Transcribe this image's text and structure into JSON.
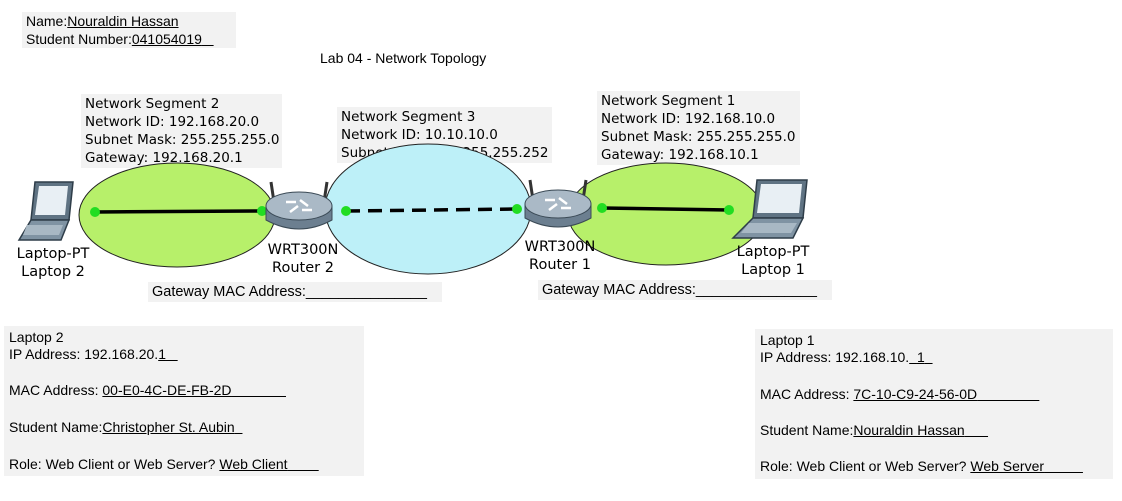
{
  "header": {
    "name_label": "Name:",
    "name_value": "Nouraldin Hassan",
    "student_number_label": "Student Number:",
    "student_number_value": "041054019",
    "title": "Lab 04 - Network Topology"
  },
  "segments": {
    "seg2": [
      "Network Segment 2",
      "Network ID: 192.168.20.0",
      "Subnet Mask: 255.255.255.0",
      "Gateway: 192.168.20.1"
    ],
    "seg3": [
      "Network Segment 3",
      "Network ID: 10.10.10.0",
      "Subnet Mask:255.255.255.252"
    ],
    "seg1": [
      "Network Segment 1",
      "Network ID: 192.168.10.0",
      "Subnet Mask: 255.255.255.0",
      "Gateway: 192.168.10.1"
    ]
  },
  "devices": {
    "laptop2": {
      "model": "Laptop-PT",
      "name": "Laptop 2"
    },
    "router2": {
      "model": "WRT300N",
      "name": "Router 2"
    },
    "router1": {
      "model": "WRT300N",
      "name": "Router 1"
    },
    "laptop1": {
      "model": "Laptop-PT",
      "name": "Laptop 1"
    }
  },
  "gateway_mac": {
    "left": "Gateway MAC Address:_______________",
    "right": "Gateway MAC Address:_______________"
  },
  "laptop2_info": {
    "title": "Laptop 2",
    "ip_label": "IP Address: 192.168.20.",
    "ip_value": "1",
    "mac_label": "MAC Address: ",
    "mac_value": "00-E0-4C-DE-FB-2D",
    "student_label": "Student Name:",
    "student_value": "Christopher St. Aubin",
    "role_label": "Role: Web Client or Web Server? ",
    "role_value": "Web Client"
  },
  "laptop1_info": {
    "title": "Laptop 1",
    "ip_label": "IP Address: 192.168.10.",
    "ip_value": "1",
    "mac_label": "MAC Address: ",
    "mac_value": "7C-10-C9-24-56-0D",
    "student_label": "Student Name:",
    "student_value": "Nouraldin Hassan",
    "role_label": "Role: Web Client or Web Server? ",
    "role_value": "Web Server"
  },
  "colors": {
    "segment_lan": "#b7f06a",
    "segment_wan": "#bdf0f8",
    "link_dot": "#22dd22",
    "label_box": "#f2f2f2"
  }
}
